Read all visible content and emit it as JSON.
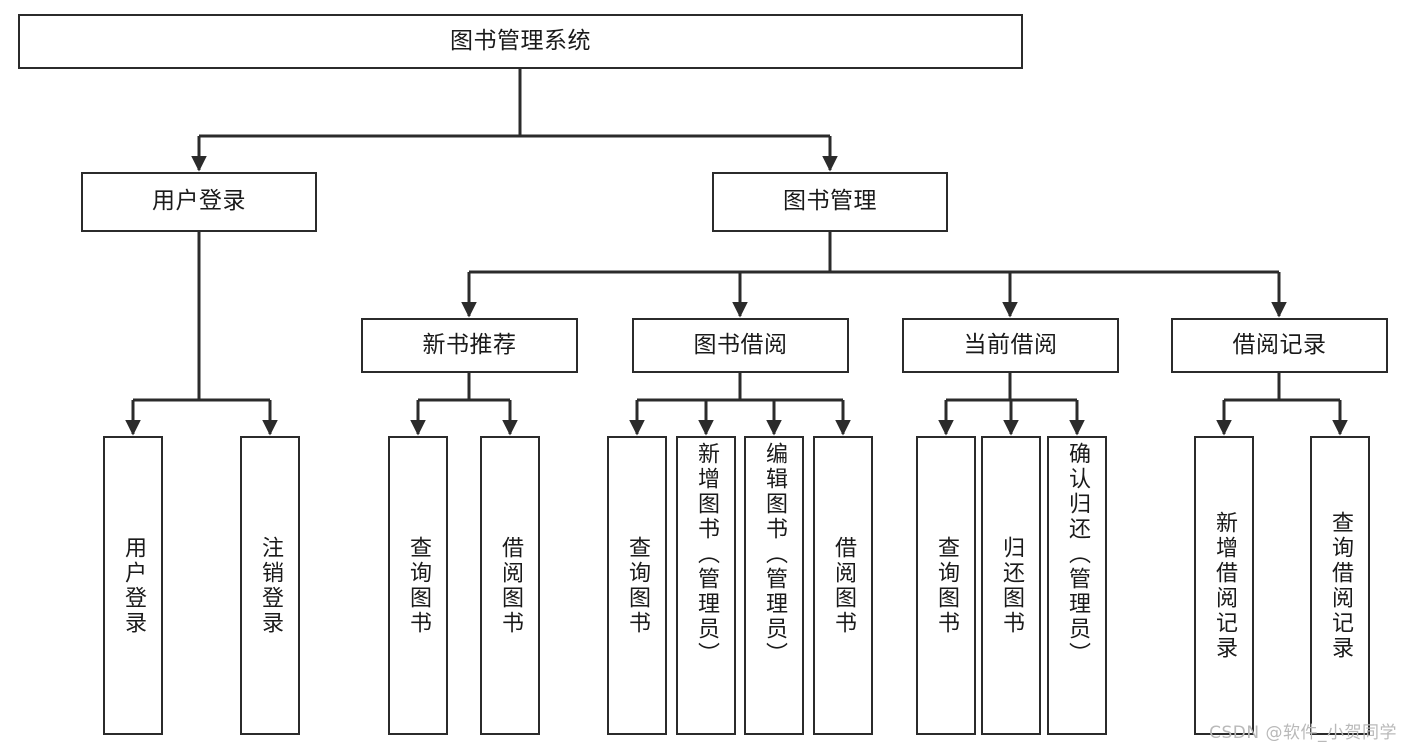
{
  "diagram": {
    "type": "tree-hierarchy",
    "title": "图书管理系统",
    "watermark": "CSDN @软件_小贺同学",
    "colors": {
      "stroke": "#2b2b2b",
      "fill": "#ffffff",
      "text": "#1a1a1a",
      "watermark": "#b9b9b9"
    },
    "nodes": {
      "root": {
        "label": "图书管理系统",
        "level": 1,
        "orientation": "horizontal"
      },
      "user_login": {
        "label": "用户登录",
        "level": 2,
        "orientation": "horizontal"
      },
      "book_manage": {
        "label": "图书管理",
        "level": 2,
        "orientation": "horizontal"
      },
      "new_book_rec": {
        "label": "新书推荐",
        "level": 3,
        "orientation": "horizontal"
      },
      "book_borrow": {
        "label": "图书借阅",
        "level": 3,
        "orientation": "horizontal"
      },
      "current_borrow": {
        "label": "当前借阅",
        "level": 3,
        "orientation": "horizontal"
      },
      "borrow_record": {
        "label": "借阅记录",
        "level": 3,
        "orientation": "horizontal"
      },
      "leaf_user_login": {
        "label": "用户登录",
        "level": 3,
        "orientation": "vertical"
      },
      "leaf_logout": {
        "label": "注销登录",
        "level": 3,
        "orientation": "vertical"
      },
      "leaf_query_book_1": {
        "label": "查询图书",
        "level": 4,
        "orientation": "vertical"
      },
      "leaf_borrow_book_1": {
        "label": "借阅图书",
        "level": 4,
        "orientation": "vertical"
      },
      "leaf_query_book_2": {
        "label": "查询图书",
        "level": 4,
        "orientation": "vertical"
      },
      "leaf_add_book": {
        "label": "新增图书（管理员）",
        "level": 4,
        "orientation": "vertical"
      },
      "leaf_edit_book": {
        "label": "编辑图书（管理员）",
        "level": 4,
        "orientation": "vertical"
      },
      "leaf_borrow_book_2": {
        "label": "借阅图书",
        "level": 4,
        "orientation": "vertical"
      },
      "leaf_query_book_3": {
        "label": "查询图书",
        "level": 4,
        "orientation": "vertical"
      },
      "leaf_return_book": {
        "label": "归还图书",
        "level": 4,
        "orientation": "vertical"
      },
      "leaf_confirm_return": {
        "label": "确认归还（管理员）",
        "level": 4,
        "orientation": "vertical"
      },
      "leaf_add_record": {
        "label": "新增借阅记录",
        "level": 4,
        "orientation": "vertical"
      },
      "leaf_query_record": {
        "label": "查询借阅记录",
        "level": 4,
        "orientation": "vertical"
      }
    },
    "edges": [
      {
        "from": "root",
        "to": "user_login"
      },
      {
        "from": "root",
        "to": "book_manage"
      },
      {
        "from": "user_login",
        "to": "leaf_user_login"
      },
      {
        "from": "user_login",
        "to": "leaf_logout"
      },
      {
        "from": "book_manage",
        "to": "new_book_rec"
      },
      {
        "from": "book_manage",
        "to": "book_borrow"
      },
      {
        "from": "book_manage",
        "to": "current_borrow"
      },
      {
        "from": "book_manage",
        "to": "borrow_record"
      },
      {
        "from": "new_book_rec",
        "to": "leaf_query_book_1"
      },
      {
        "from": "new_book_rec",
        "to": "leaf_borrow_book_1"
      },
      {
        "from": "book_borrow",
        "to": "leaf_query_book_2"
      },
      {
        "from": "book_borrow",
        "to": "leaf_add_book"
      },
      {
        "from": "book_borrow",
        "to": "leaf_edit_book"
      },
      {
        "from": "book_borrow",
        "to": "leaf_borrow_book_2"
      },
      {
        "from": "current_borrow",
        "to": "leaf_query_book_3"
      },
      {
        "from": "current_borrow",
        "to": "leaf_return_book"
      },
      {
        "from": "current_borrow",
        "to": "leaf_confirm_return"
      },
      {
        "from": "borrow_record",
        "to": "leaf_add_record"
      },
      {
        "from": "borrow_record",
        "to": "leaf_query_record"
      }
    ]
  }
}
